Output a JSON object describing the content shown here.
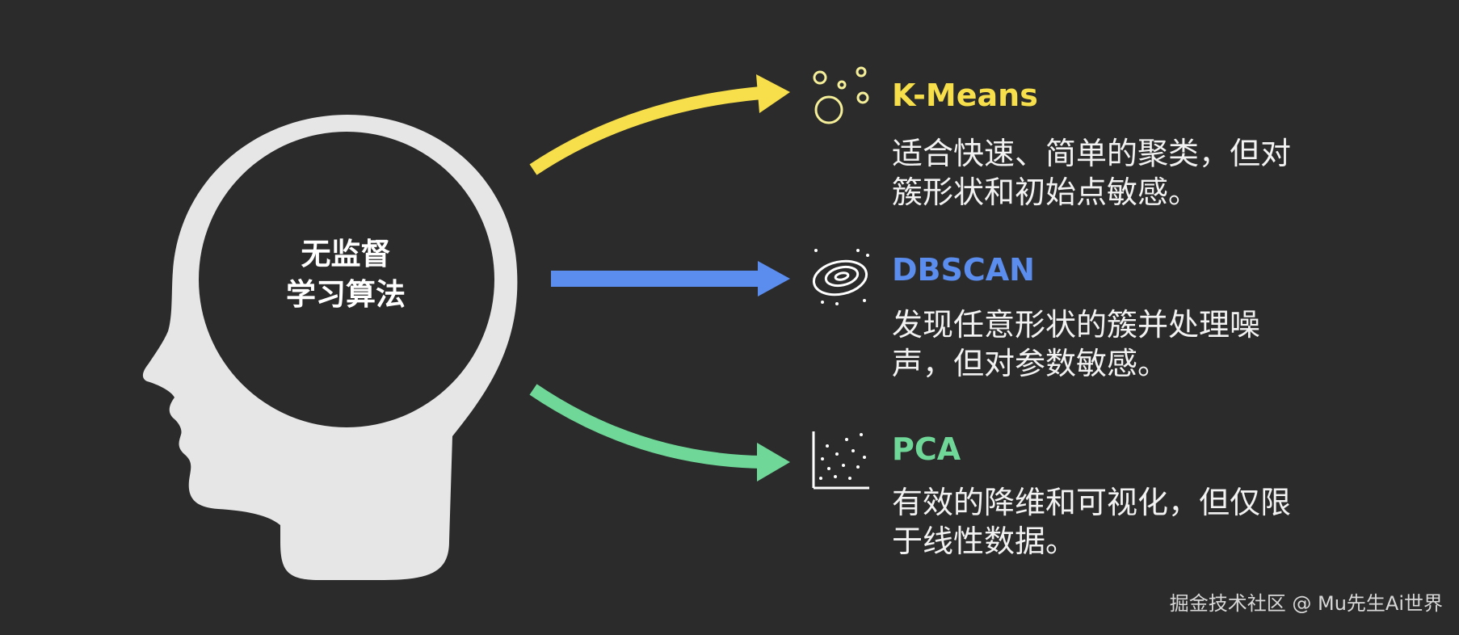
{
  "center": {
    "line1": "无监督",
    "line2": "学习算法"
  },
  "algorithms": [
    {
      "name": "K-Means",
      "color": "#f7df4b",
      "icon": "bubbles-icon",
      "desc_line1": "适合快速、简单的聚类，但对",
      "desc_line2": "簇形状和初始点敏感。"
    },
    {
      "name": "DBSCAN",
      "color": "#5b8def",
      "icon": "galaxy-icon",
      "desc_line1": "发现任意形状的簇并处理噪",
      "desc_line2": "声，但对参数敏感。"
    },
    {
      "name": "PCA",
      "color": "#6fd898",
      "icon": "scatter-plot-icon",
      "desc_line1": "有效的降维和可视化，但仅限",
      "desc_line2": "于线性数据。"
    }
  ],
  "watermark": "掘金技术社区 @ Mu先生Ai世界"
}
